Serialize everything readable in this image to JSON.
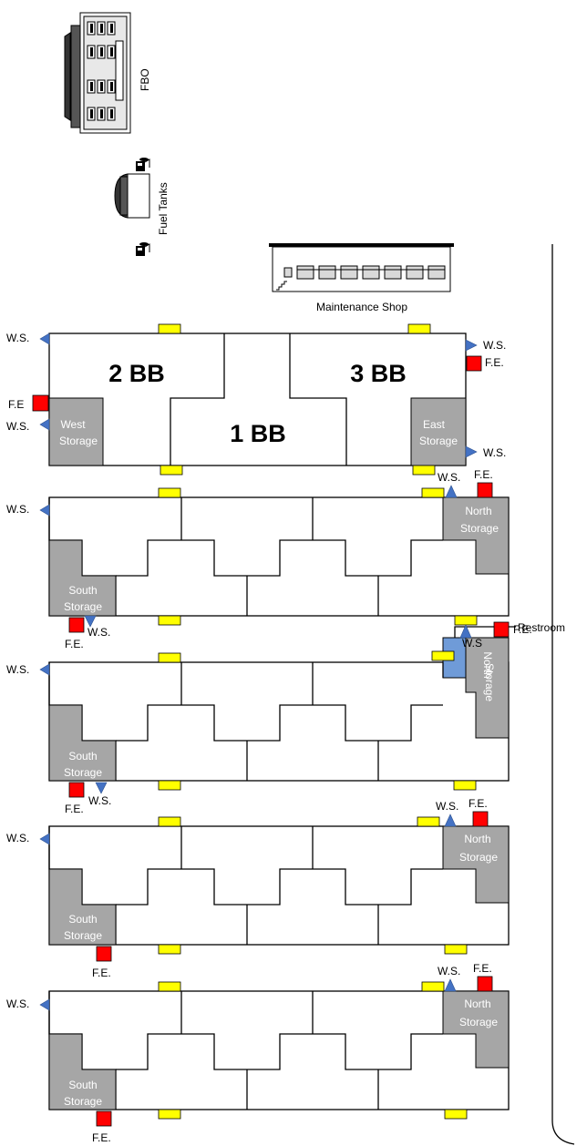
{
  "labels": {
    "fbo": "FBO",
    "fuel_tanks": "Fuel Tanks",
    "maintenance_shop": "Maintenance Shop",
    "restroom": "Restroom",
    "water_source": "W.S.",
    "water_source_alt": "W.S",
    "fire_extinguisher": "F.E.",
    "fire_extinguisher_alt": "F.E"
  },
  "main_hangar": {
    "bay_1": "1 BB",
    "bay_2": "2 BB",
    "bay_3": "3 BB",
    "west_storage": [
      "West",
      "Storage"
    ],
    "east_storage": [
      "East",
      "Storage"
    ]
  },
  "storage": {
    "north": [
      "North",
      "Storage"
    ],
    "south": [
      "South",
      "Storage"
    ]
  },
  "colors": {
    "door": "#ffff00",
    "fire_extinguisher": "#ff0000",
    "water_source": "#4472c4",
    "storage": "#a6a6a6",
    "restroom": "#6f9bd8"
  }
}
